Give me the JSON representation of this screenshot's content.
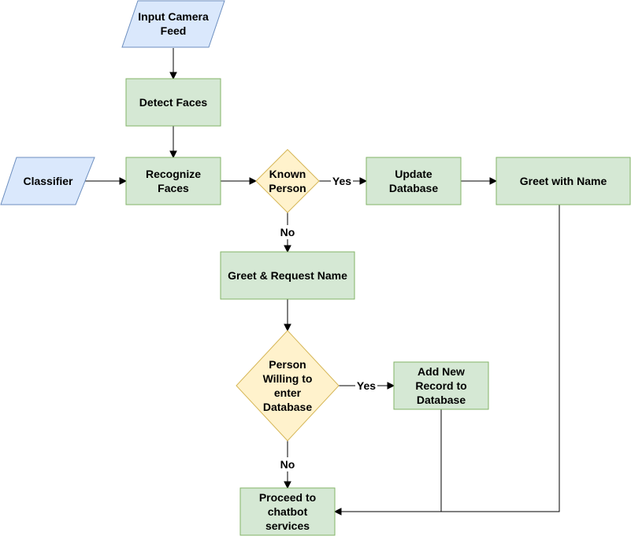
{
  "colors": {
    "process_fill": "#d5e8d4",
    "process_stroke": "#82b366",
    "io_fill": "#dae8fc",
    "io_stroke": "#6c8ebf",
    "decision_fill": "#fff2cc",
    "decision_stroke": "#d6b656",
    "edge": "#000000"
  },
  "nodes": {
    "input_camera_feed": {
      "shape": "parallelogram",
      "lines": [
        "Input Camera",
        "Feed"
      ]
    },
    "detect_faces": {
      "shape": "rectangle",
      "lines": [
        "Detect Faces"
      ]
    },
    "classifier": {
      "shape": "parallelogram",
      "lines": [
        "Classifier"
      ]
    },
    "recognize_faces": {
      "shape": "rectangle",
      "lines": [
        "Recognize",
        "Faces"
      ]
    },
    "known_person": {
      "shape": "diamond",
      "lines": [
        "Known",
        "Person"
      ]
    },
    "update_database": {
      "shape": "rectangle",
      "lines": [
        "Update",
        "Database"
      ]
    },
    "greet_with_name": {
      "shape": "rectangle",
      "lines": [
        "Greet with Name"
      ]
    },
    "greet_request_name": {
      "shape": "rectangle",
      "lines": [
        "Greet & Request Name"
      ]
    },
    "person_willing": {
      "shape": "diamond",
      "lines": [
        "Person",
        "Willing to",
        "enter",
        "Database"
      ]
    },
    "add_new_record": {
      "shape": "rectangle",
      "lines": [
        "Add New",
        "Record to",
        "Database"
      ]
    },
    "proceed_chatbot": {
      "shape": "rectangle",
      "lines": [
        "Proceed to",
        "chatbot",
        "services"
      ]
    }
  },
  "edges": [
    {
      "from": "input_camera_feed",
      "to": "detect_faces",
      "label": ""
    },
    {
      "from": "detect_faces",
      "to": "recognize_faces",
      "label": ""
    },
    {
      "from": "classifier",
      "to": "recognize_faces",
      "label": ""
    },
    {
      "from": "recognize_faces",
      "to": "known_person",
      "label": ""
    },
    {
      "from": "known_person",
      "to": "update_database",
      "label": "Yes"
    },
    {
      "from": "update_database",
      "to": "greet_with_name",
      "label": ""
    },
    {
      "from": "known_person",
      "to": "greet_request_name",
      "label": "No"
    },
    {
      "from": "greet_request_name",
      "to": "person_willing",
      "label": ""
    },
    {
      "from": "person_willing",
      "to": "add_new_record",
      "label": "Yes"
    },
    {
      "from": "person_willing",
      "to": "proceed_chatbot",
      "label": "No"
    },
    {
      "from": "add_new_record",
      "to": "proceed_chatbot",
      "label": ""
    },
    {
      "from": "greet_with_name",
      "to": "proceed_chatbot",
      "label": ""
    }
  ]
}
